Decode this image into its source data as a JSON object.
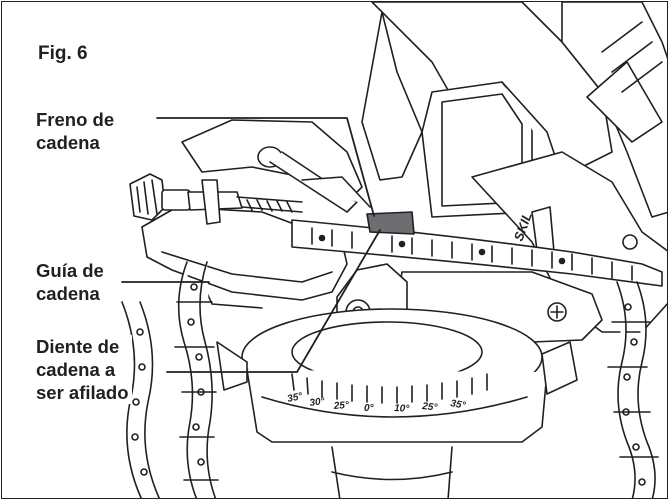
{
  "figure": {
    "title": "Fig. 6",
    "brand_marking": "SKIL",
    "callouts": [
      {
        "id": "freno",
        "text": "Freno de\ncadena"
      },
      {
        "id": "guia",
        "text": "Guía de\ncadena"
      },
      {
        "id": "diente",
        "text": "Diente de\ncadena a\nser afilado"
      }
    ],
    "angle_scale": [
      "35°",
      "30°",
      "25°",
      "0°",
      "10°",
      "25°",
      "35°"
    ],
    "colors": {
      "ink": "#231f20",
      "tooth_highlight": "#6d6e71",
      "paper": "#ffffff"
    }
  }
}
